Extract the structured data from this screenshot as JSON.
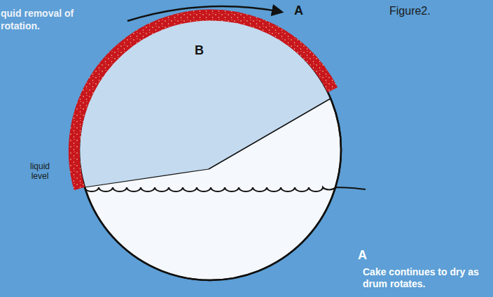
{
  "diagram": {
    "labels": [
      "quid removal of rotation.",
      "A",
      "Figure2.",
      "B",
      "liquid level",
      "A",
      "Cake continues to dry as drum rotates."
    ]
  }
}
